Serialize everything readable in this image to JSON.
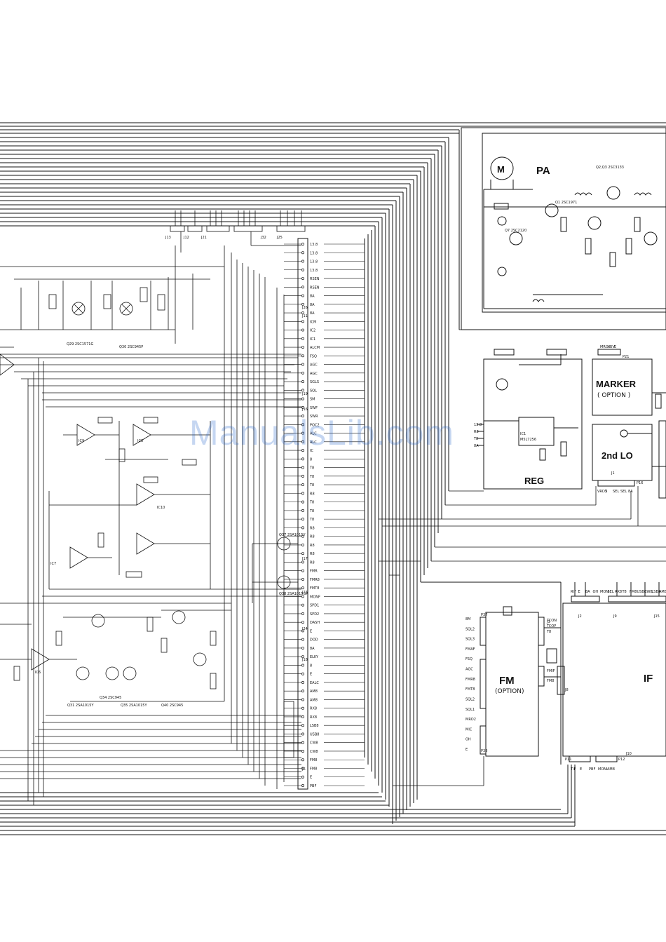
{
  "watermark": "ManualsLib.com",
  "blocks": {
    "pa": {
      "label": "PA",
      "motor": "M"
    },
    "reg": {
      "label": "REG"
    },
    "marker": {
      "label": "MARKER",
      "sub": "( OPTION )"
    },
    "lo2": {
      "label": "2nd LO"
    },
    "fm": {
      "label": "FM",
      "sub": "(OPTION)"
    },
    "if": {
      "label": "IF"
    }
  },
  "ic_labels": {
    "ic9": "IC9",
    "ic8": "IC8",
    "ic7": "IC7",
    "ic6": "IC6",
    "ic10": "IC10",
    "ic1_reg": "IC1",
    "ic1_reg_part": "M5L7256"
  },
  "transistor_labels": {
    "q29": "Q29 2SC1571G",
    "q30": "Q30 2SC945P",
    "q31": "Q31 2SA1015Y",
    "q34": "Q34 2SC945",
    "q35": "Q35 2SA1015Y",
    "q40": "Q40 2SC945",
    "q37": "Q37 2SA1015Y",
    "q38": "Q38 2SA1015GR",
    "q1_pa": "Q1 2SC1971",
    "q7_pa": "Q7 2SC2120",
    "q2q3": "Q2,Q3 2SC3133"
  },
  "connector_labels": {
    "j13": "J13",
    "j12": "J12",
    "j21": "J21",
    "j32": "J32",
    "j25": "J25",
    "j26": "J26",
    "j11": "J11",
    "j19": "J19",
    "j16": "J16",
    "j17": "J17",
    "j23": "J23",
    "j24": "J24",
    "j18": "J18",
    "j6": "J6",
    "j1": "J1",
    "j2": "J2",
    "j3": "J3",
    "j8": "J8",
    "j9": "J9",
    "j15": "J15",
    "j10": "J10",
    "p21": "P21",
    "p16": "P16",
    "p37": "P37",
    "p38": "P38",
    "p11": "P11",
    "p12": "P12"
  },
  "bus_pins": [
    "13.8",
    "13.8",
    "13.8",
    "13.8",
    "RSEN",
    "RSEN",
    "8A",
    "8A",
    "8A",
    "ICM",
    "IC2",
    "IC1",
    "ALCM",
    "FSQ",
    "AGC",
    "AGC",
    "SGLS",
    "SQL",
    "SM",
    "SWF",
    "SWR",
    "POC2",
    "ALC",
    "ALC",
    "IC",
    "8",
    "T8",
    "T8",
    "T8",
    "R8",
    "T8",
    "T8",
    "T8",
    "R8",
    "R8",
    "R8",
    "R8",
    "R8",
    "FMR",
    "FMR8",
    "FMT8",
    "MONF",
    "SPD1",
    "SPD2",
    "DASH",
    "E",
    "DOD",
    "8A",
    "ELKY",
    "8",
    "E",
    "EALC",
    "AM8",
    "AM8",
    "RX8",
    "RX8",
    "LSB8",
    "USB8",
    "CW8",
    "CW8",
    "FM8",
    "FM8",
    "E",
    "PBF"
  ],
  "fm_left_pins": [
    "8M",
    "SQL2",
    "SQL3",
    "FMAF",
    "FSQ",
    "AGC",
    "FMR8",
    "FMT8",
    "SQL2",
    "SQL1",
    "MRO2",
    "MIC",
    "OH",
    "E"
  ],
  "fm_right_pins": [
    "TCON",
    "TCOP",
    "T8",
    "FMIF",
    "FM8"
  ],
  "reg_pins": [
    "13.8",
    "R8",
    "T8",
    "8A"
  ],
  "marker_pins": [
    "MRO3",
    "+5V",
    "E"
  ],
  "lo2_pins": [
    "VRCO",
    "S",
    "SEL",
    "SEL",
    "8A"
  ],
  "if_top_pins": [
    "RIF",
    "E",
    "8A",
    "OH",
    "MONI",
    "SEL",
    "RX8",
    "T8",
    "FM8",
    "USB8",
    "CW8",
    "LSB8",
    "AM8"
  ],
  "if_bottom_pins": [
    "TIF",
    "E",
    "PBF",
    "MONI",
    "AM8"
  ]
}
